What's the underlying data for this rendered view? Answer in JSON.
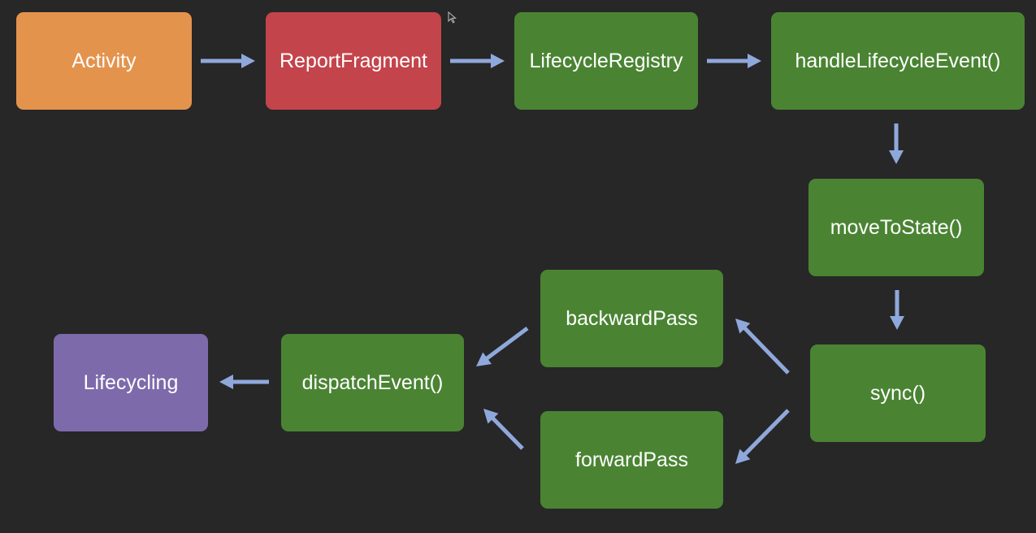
{
  "diagram": {
    "nodes": [
      {
        "id": "activity",
        "label": "Activity",
        "color": "#e4934d"
      },
      {
        "id": "report-fragment",
        "label": "ReportFragment",
        "color": "#c4444b"
      },
      {
        "id": "lifecycle-registry",
        "label": "LifecycleRegistry",
        "color": "#4a8433"
      },
      {
        "id": "handle-lifecycle-event",
        "label": "handleLifecycleEvent()",
        "color": "#4a8433"
      },
      {
        "id": "move-to-state",
        "label": "moveToState()",
        "color": "#4a8433"
      },
      {
        "id": "sync",
        "label": "sync()",
        "color": "#4a8433"
      },
      {
        "id": "backward-pass",
        "label": "backwardPass",
        "color": "#4a8433"
      },
      {
        "id": "forward-pass",
        "label": "forwardPass",
        "color": "#4a8433"
      },
      {
        "id": "dispatch-event",
        "label": "dispatchEvent()",
        "color": "#4a8433"
      },
      {
        "id": "lifecycling",
        "label": "Lifecycling",
        "color": "#7d6aab"
      }
    ],
    "edges": [
      {
        "from": "activity",
        "to": "report-fragment"
      },
      {
        "from": "report-fragment",
        "to": "lifecycle-registry"
      },
      {
        "from": "lifecycle-registry",
        "to": "handle-lifecycle-event"
      },
      {
        "from": "handle-lifecycle-event",
        "to": "move-to-state"
      },
      {
        "from": "move-to-state",
        "to": "sync"
      },
      {
        "from": "sync",
        "to": "backward-pass"
      },
      {
        "from": "sync",
        "to": "forward-pass"
      },
      {
        "from": "backward-pass",
        "to": "dispatch-event"
      },
      {
        "from": "forward-pass",
        "to": "dispatch-event"
      },
      {
        "from": "dispatch-event",
        "to": "lifecycling"
      }
    ],
    "arrow_color": "#8fa8dc",
    "background": "#272727"
  }
}
